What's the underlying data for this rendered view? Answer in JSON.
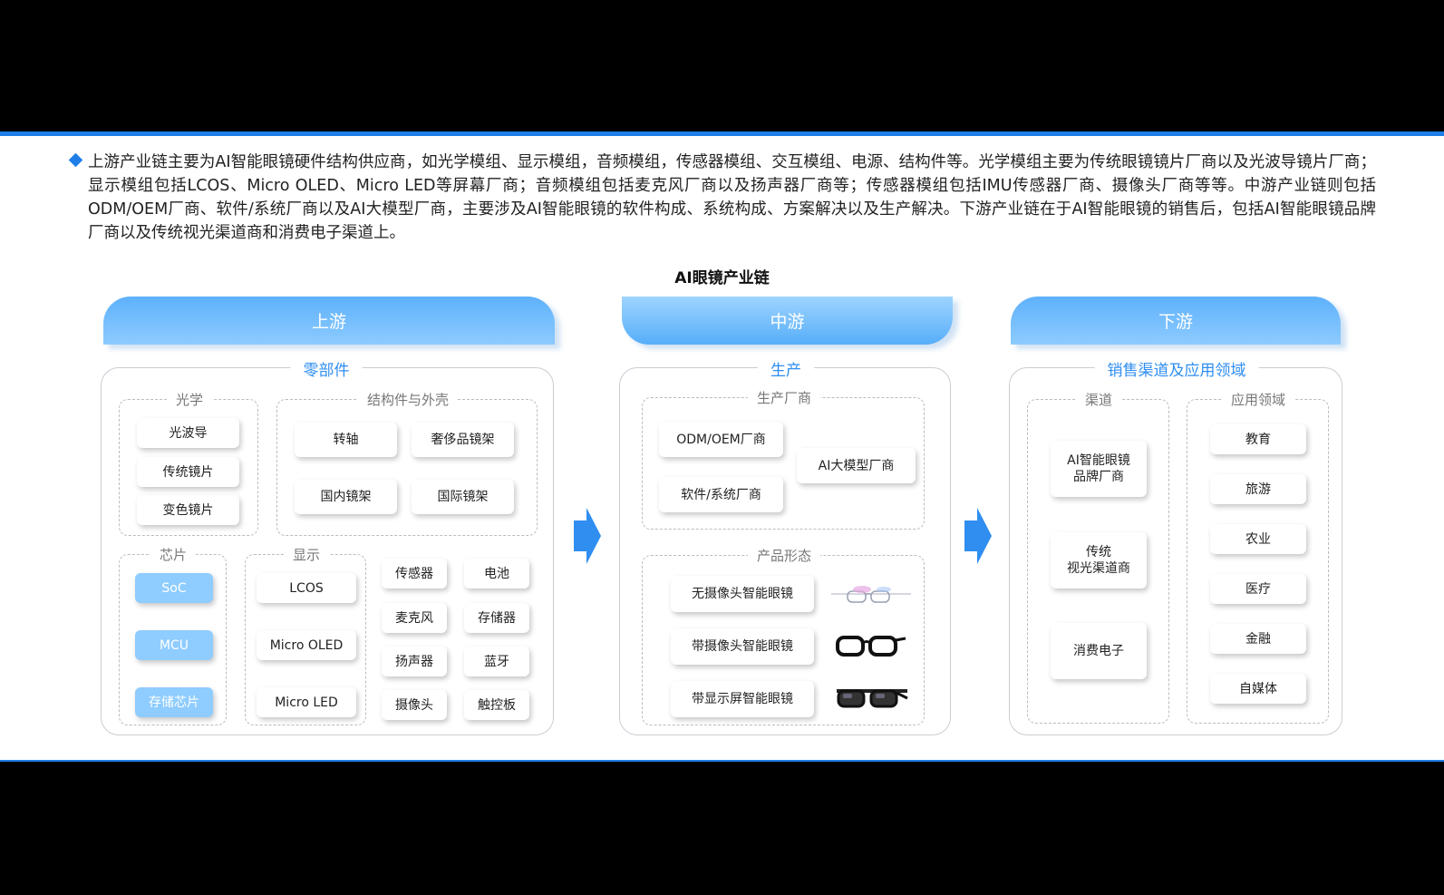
{
  "intro": {
    "text": "上游产业链主要为AI智能眼镜硬件结构供应商，如光学模组、显示模组，音频模组，传感器模组、交互模组、电源、结构件等。光学模组主要为传统眼镜镜片厂商以及光波导镜片厂商；显示模组包括LCOS、Micro OLED、Micro LED等屏幕厂商；音频模组包括麦克风厂商以及扬声器厂商等；传感器模组包括IMU传感器厂商、摄像头厂商等等。中游产业链则包括ODM/OEM厂商、软件/系统厂商以及AI大模型厂商，主要涉及AI智能眼镜的软件构成、系统构成、方案解决以及生产解决。下游产业链在于AI智能眼镜的销售后，包括AI智能眼镜品牌厂商以及传统视光渠道商和消费电子渠道上。"
  },
  "diagram": {
    "title": "AI眼镜产业链",
    "accent": "#2f8ef0",
    "upstream": {
      "header": "上游",
      "panel_title": "零部件",
      "optics": {
        "title": "光学",
        "items": [
          "光波导",
          "传统镜片",
          "变色镜片"
        ]
      },
      "structure": {
        "title": "结构件与外壳",
        "items": [
          "转轴",
          "奢侈品镜架",
          "国内镜架",
          "国际镜架"
        ]
      },
      "chip": {
        "title": "芯片",
        "items": [
          "SoC",
          "MCU",
          "存储芯片"
        ]
      },
      "display": {
        "title": "显示",
        "items": [
          "LCOS",
          "Micro OLED",
          "Micro LED"
        ]
      },
      "others": [
        "传感器",
        "电池",
        "麦克风",
        "存储器",
        "扬声器",
        "蓝牙",
        "摄像头",
        "触控板"
      ]
    },
    "midstream": {
      "header": "中游",
      "panel_title": "生产",
      "makers": {
        "title": "生产厂商",
        "items": [
          "ODM/OEM厂商",
          "软件/系统厂商",
          "AI大模型厂商"
        ]
      },
      "forms": {
        "title": "产品形态",
        "items": [
          "无摄像头智能眼镜",
          "带摄像头智能眼镜",
          "带显示屏智能眼镜"
        ]
      }
    },
    "downstream": {
      "header": "下游",
      "panel_title": "销售渠道及应用领域",
      "channels": {
        "title": "渠道",
        "items": [
          "AI智能眼镜\n品牌厂商",
          "传统\n视光渠道商",
          "消费电子"
        ]
      },
      "fields": {
        "title": "应用领域",
        "items": [
          "教育",
          "旅游",
          "农业",
          "医疗",
          "金融",
          "自媒体"
        ]
      }
    }
  }
}
